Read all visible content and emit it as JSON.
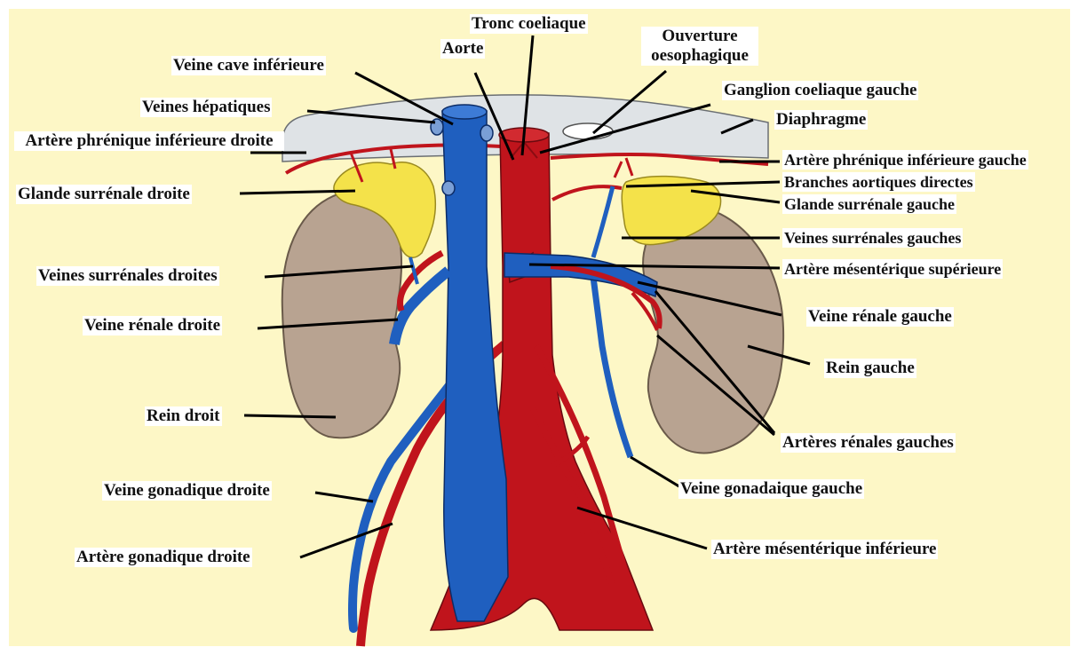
{
  "colors": {
    "background": "#fdf7c6",
    "diaphragm": "#dfe3e6",
    "vein": "#1f5fbf",
    "artery": "#c0141c",
    "kidney": "#b8a391",
    "adrenal": "#f4e24a",
    "leader": "#000000"
  },
  "labels": {
    "tronc_coeliaque": "Tronc coeliaque",
    "aorte": "Aorte",
    "ouverture_oesophagique": "Ouverture oesophagique",
    "veine_cave_inferieure": "Veine cave inférieure",
    "ganglion_coeliaque_gauche": "Ganglion coeliaque gauche",
    "veines_hepatiques": "Veines hépatiques",
    "diaphragme": "Diaphragme",
    "artere_phrenique_inferieure_droite": "Artère phrénique inférieure droite",
    "artere_phrenique_inferieure_gauche": "Artère phrénique inférieure gauche",
    "branches_aortiques_directes": "Branches aortiques directes",
    "glande_surrenale_droite": "Glande surrénale droite",
    "glande_surrenale_gauche": "Glande surrénale gauche",
    "veines_surrenales_gauches": "Veines surrénales gauches",
    "veines_surrenales_droites": "Veines surrénales droites",
    "artere_mesenterique_superieure": "Artère mésentérique supérieure",
    "veine_renale_droite": "Veine rénale droite",
    "veine_renale_gauche": "Veine rénale gauche",
    "rein_gauche": "Rein gauche",
    "rein_droit": "Rein droit",
    "arteres_renales_gauches": "Artères rénales gauches",
    "veine_gonadique_droite": "Veine gonadique droite",
    "veine_gonadaique_gauche": "Veine gonadaique gauche",
    "artere_gonadique_droite": "Artère gonadique droite",
    "artere_mesenterique_inferieure": "Artère mésentérique inférieure"
  }
}
